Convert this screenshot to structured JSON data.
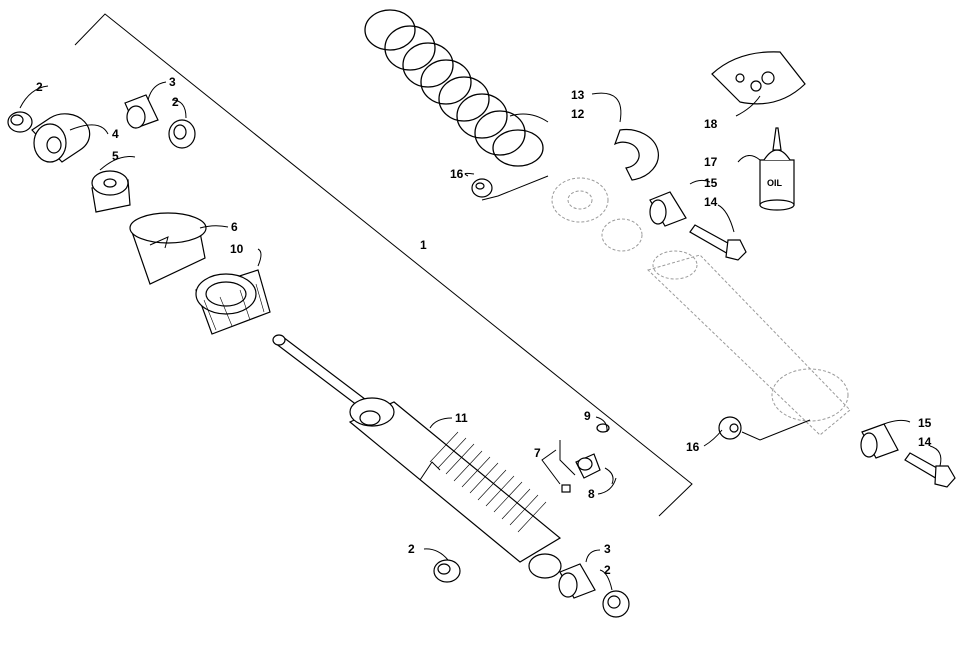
{
  "diagram": {
    "callouts": {
      "c1": "1",
      "c2a": "2",
      "c2b": "2",
      "c2c": "2",
      "c2d": "2",
      "c3a": "3",
      "c3b": "3",
      "c4": "4",
      "c5": "5",
      "c6": "6",
      "c7": "7",
      "c8": "8",
      "c9": "9",
      "c10": "10",
      "c11": "11",
      "c12": "12",
      "c13": "13",
      "c14a": "14",
      "c14b": "14",
      "c15a": "15",
      "c15b": "15",
      "c16a": "16",
      "c16b": "16",
      "c17": "17",
      "c18": "18"
    },
    "oil_bottle_label": "OIL"
  }
}
